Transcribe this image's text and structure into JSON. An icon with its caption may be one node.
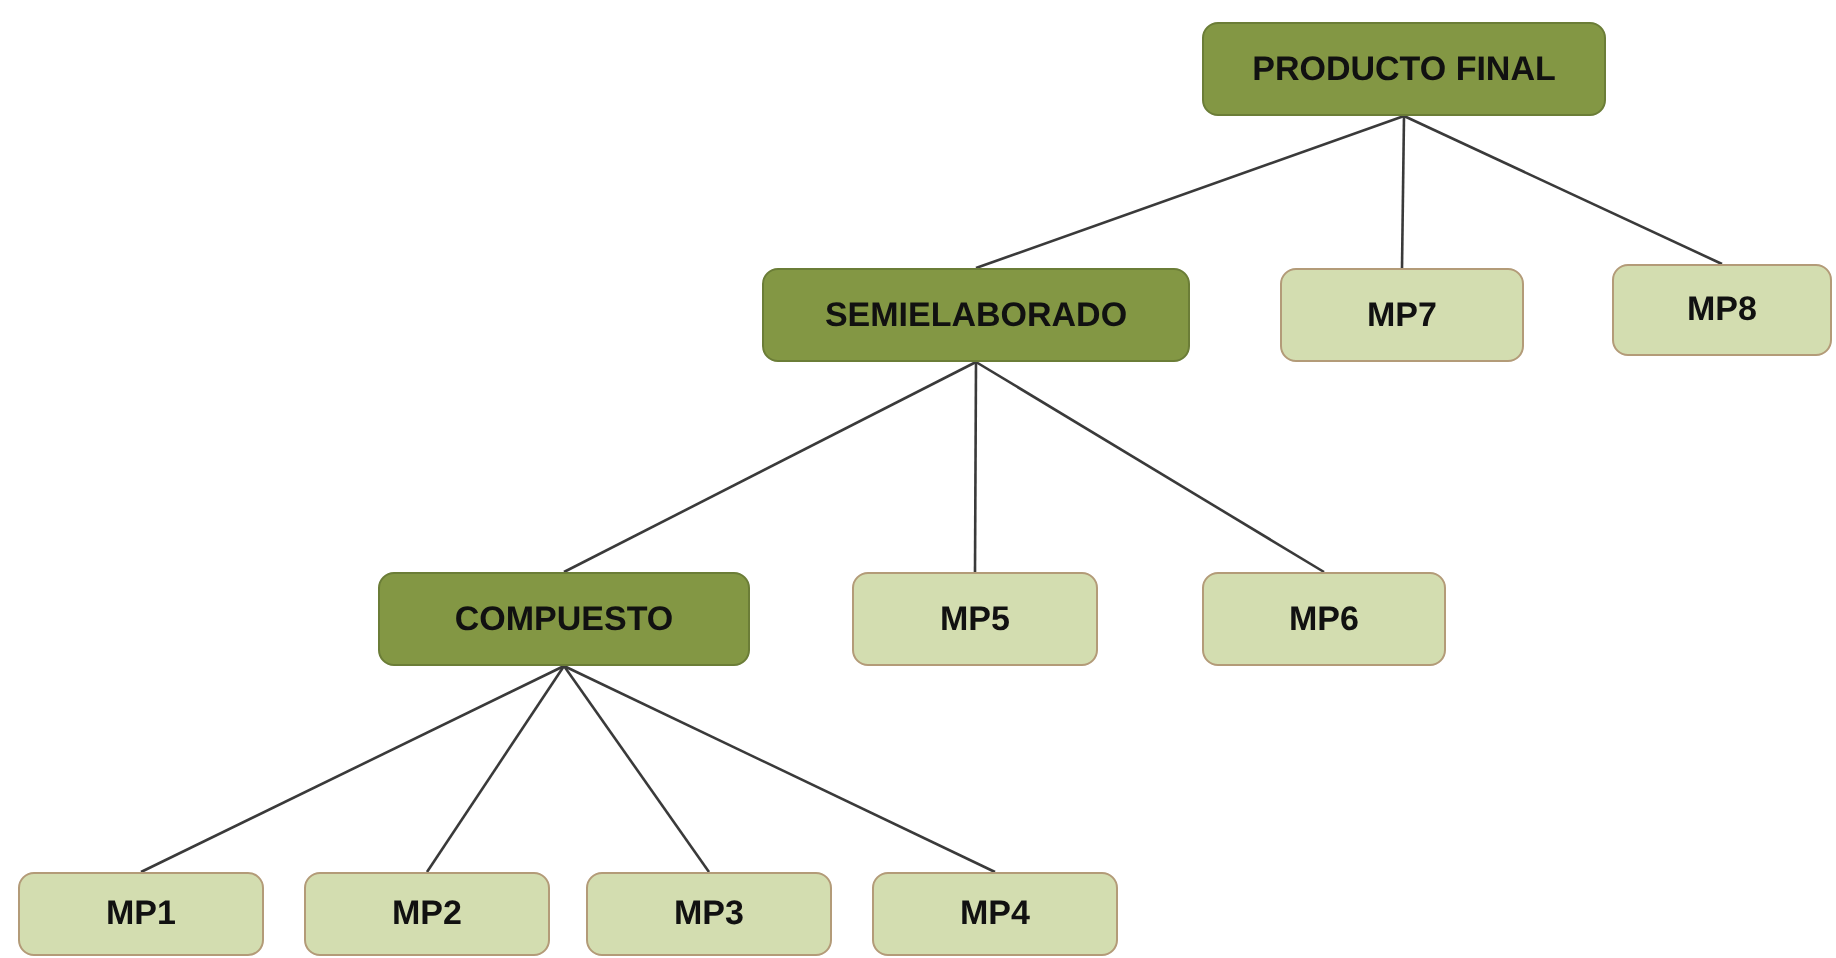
{
  "diagram": {
    "nodes": [
      {
        "text": [
          "PRODUCTO FINAL"
        ]
      },
      {
        "text": [
          "SEMIELABORADO"
        ]
      },
      {
        "text": [
          "MP7"
        ]
      },
      {
        "text": [
          "MP8"
        ]
      },
      {
        "text": [
          "COMPUESTO"
        ]
      },
      {
        "text": [
          "MP5"
        ]
      },
      {
        "text": [
          "MP6"
        ]
      },
      {
        "text": [
          "MP1"
        ]
      },
      {
        "text": [
          "MP2"
        ]
      },
      {
        "text": [
          "MP3"
        ]
      },
      {
        "text": [
          "MP4"
        ]
      }
    ],
    "edges": [
      {
        "from": 0,
        "to": 1,
        "arrow": "none"
      },
      {
        "from": 0,
        "to": 2,
        "arrow": "none"
      },
      {
        "from": 0,
        "to": 3,
        "arrow": "none"
      },
      {
        "from": 1,
        "to": 4,
        "arrow": "none"
      },
      {
        "from": 1,
        "to": 5,
        "arrow": "none"
      },
      {
        "from": 1,
        "to": 6,
        "arrow": "none"
      },
      {
        "from": 4,
        "to": 7,
        "arrow": "none"
      },
      {
        "from": 4,
        "to": 8,
        "arrow": "none"
      },
      {
        "from": 4,
        "to": 9,
        "arrow": "none"
      },
      {
        "from": 4,
        "to": 10,
        "arrow": "none"
      }
    ]
  }
}
